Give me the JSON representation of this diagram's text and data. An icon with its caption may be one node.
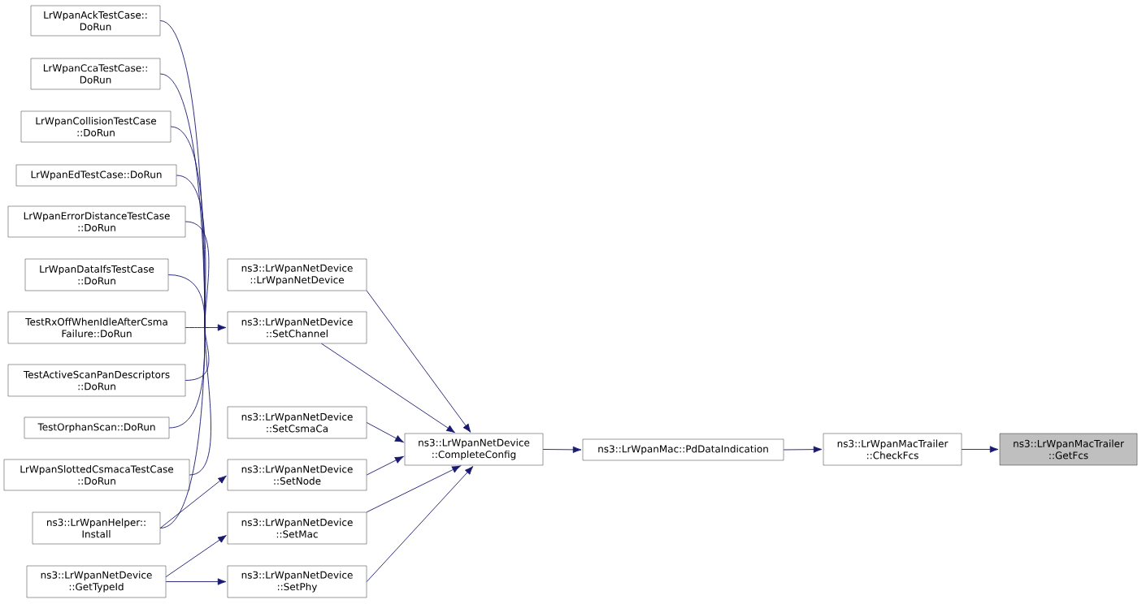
{
  "diagram": {
    "nodes": [
      {
        "text": [
          "LrWpanAckTestCase:: DoRun"
        ]
      },
      {
        "text": [
          "LrWpanCcaTestCase:: DoRun"
        ]
      },
      {
        "text": [
          "LrWpanCollisionTestCase ::DoRun"
        ]
      },
      {
        "text": [
          "LrWpanEdTestCase::DoRun"
        ]
      },
      {
        "text": [
          "LrWpanErrorDistanceTestCase ::DoRun"
        ]
      },
      {
        "text": [
          "LrWpanDataIfsTestCase ::DoRun"
        ]
      },
      {
        "text": [
          "TestRxOffWhenIdleAfterCsma Failure::DoRun"
        ]
      },
      {
        "text": [
          "TestActiveScanPanDescriptors ::DoRun"
        ]
      },
      {
        "text": [
          "TestOrphanScan::DoRun"
        ]
      },
      {
        "text": [
          "LrWpanSlottedCsmacaTestCase ::DoRun"
        ]
      },
      {
        "text": [
          "ns3::LrWpanHelper:: Install"
        ]
      },
      {
        "text": [
          "ns3::LrWpanNetDevice ::GetTypeId"
        ]
      },
      {
        "text": [
          "ns3::LrWpanNetDevice ::LrWpanNetDevice"
        ]
      },
      {
        "text": [
          "ns3::LrWpanNetDevice ::SetChannel"
        ]
      },
      {
        "text": [
          "ns3::LrWpanNetDevice ::SetCsmaCa"
        ]
      },
      {
        "text": [
          "ns3::LrWpanNetDevice ::SetNode"
        ]
      },
      {
        "text": [
          "ns3::LrWpanNetDevice ::SetMac"
        ]
      },
      {
        "text": [
          "ns3::LrWpanNetDevice ::SetPhy"
        ]
      },
      {
        "text": [
          "ns3::LrWpanNetDevice ::CompleteConfig"
        ]
      },
      {
        "text": [
          "ns3::LrWpanMac::PdDataIndication"
        ]
      },
      {
        "text": [
          "ns3::LrWpanMacTrailer ::CheckFcs"
        ]
      },
      {
        "text": [
          "ns3::LrWpanMacTrailer ::GetFcs"
        ]
      }
    ],
    "edges": [
      {
        "from": 0,
        "to": 13,
        "arrow": "to"
      },
      {
        "from": 1,
        "to": 13,
        "arrow": "to"
      },
      {
        "from": 2,
        "to": 13,
        "arrow": "to"
      },
      {
        "from": 3,
        "to": 13,
        "arrow": "to"
      },
      {
        "from": 4,
        "to": 13,
        "arrow": "to"
      },
      {
        "from": 5,
        "to": 13,
        "arrow": "to"
      },
      {
        "from": 6,
        "to": 13,
        "arrow": "to"
      },
      {
        "from": 7,
        "to": 13,
        "arrow": "to"
      },
      {
        "from": 8,
        "to": 13,
        "arrow": "to"
      },
      {
        "from": 9,
        "to": 13,
        "arrow": "to"
      },
      {
        "from": 10,
        "to": 13,
        "arrow": "to"
      },
      {
        "from": 10,
        "to": 15,
        "arrow": "to"
      },
      {
        "from": 11,
        "to": 16,
        "arrow": "to"
      },
      {
        "from": 11,
        "to": 17,
        "arrow": "to"
      },
      {
        "from": 12,
        "to": 18,
        "arrow": "to"
      },
      {
        "from": 13,
        "to": 18,
        "arrow": "to"
      },
      {
        "from": 14,
        "to": 18,
        "arrow": "to"
      },
      {
        "from": 15,
        "to": 18,
        "arrow": "to"
      },
      {
        "from": 16,
        "to": 18,
        "arrow": "to"
      },
      {
        "from": 17,
        "to": 18,
        "arrow": "to"
      },
      {
        "from": 18,
        "to": 19,
        "arrow": "to"
      },
      {
        "from": 19,
        "to": 20,
        "arrow": "to"
      },
      {
        "from": 20,
        "to": 21,
        "arrow": "to"
      }
    ]
  }
}
